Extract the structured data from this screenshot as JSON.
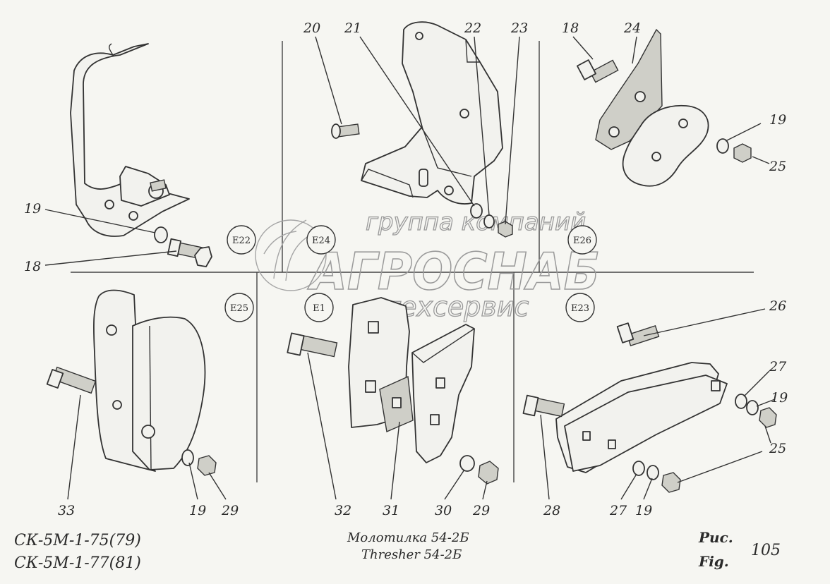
{
  "diagram": {
    "callouts": [
      "20",
      "21",
      "22",
      "23",
      "18",
      "24",
      "19",
      "25",
      "19",
      "18",
      "26",
      "27",
      "19",
      "25",
      "33",
      "19",
      "29",
      "32",
      "31",
      "30",
      "29",
      "28",
      "27",
      "19"
    ],
    "refs": [
      "E22",
      "E24",
      "E26",
      "E25",
      "E1",
      "E23"
    ]
  },
  "watermark": {
    "line1": "группа компаний",
    "line2": "АГРОСНАБ",
    "line3": "техсервис"
  },
  "footer": {
    "model_line1": "СК-5М-1-75(79)",
    "model_line2": "СК-5М-1-77(81)",
    "title_ru": "Молотилка 54-2Б",
    "title_en": "Thresher 54-2Б",
    "fig_ru": "Рис.",
    "fig_en": "Fig.",
    "fig_number": "105"
  }
}
